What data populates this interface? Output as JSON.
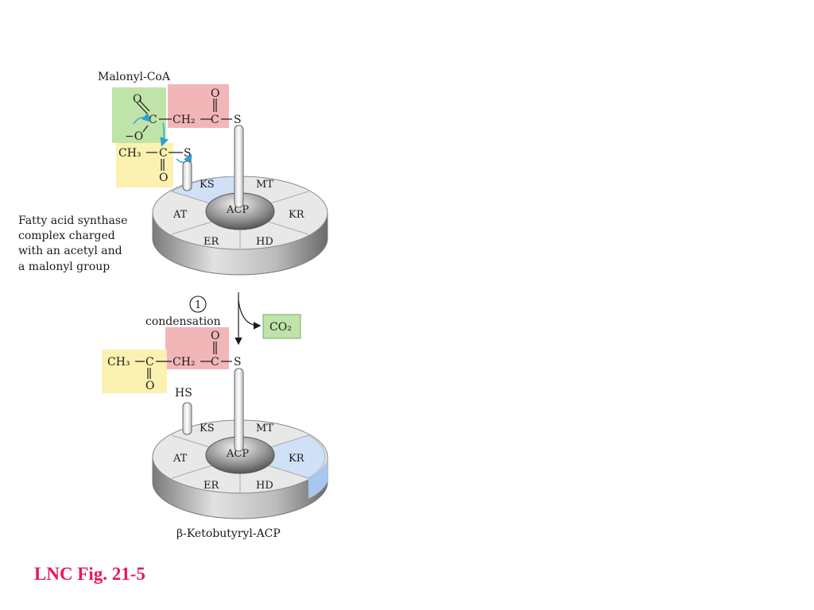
{
  "top": {
    "title": "Malonyl-CoA",
    "o1": "O",
    "c1": "C",
    "minus_o": "−O",
    "ch2": "CH₂",
    "o2": "O",
    "c2": "C",
    "s1": "S",
    "ch3": "CH₃",
    "c3": "C",
    "s2": "S",
    "o3": "O",
    "wheel": {
      "ks": "KS",
      "mt": "MT",
      "at": "AT",
      "acp": "ACP",
      "kr": "KR",
      "er": "ER",
      "hd": "HD"
    },
    "side_text": [
      "Fatty acid synthase",
      "complex charged",
      "with an acetyl and",
      "a malonyl group"
    ]
  },
  "step": {
    "number": "1",
    "label": "condensation",
    "product": "CO₂"
  },
  "bottom": {
    "ch3": "CH₃",
    "c1": "C",
    "o1": "O",
    "ch2": "CH₂",
    "c2": "C",
    "o2": "O",
    "s": "S",
    "hs": "HS",
    "wheel": {
      "ks": "KS",
      "mt": "MT",
      "at": "AT",
      "acp": "ACP",
      "kr": "KR",
      "er": "ER",
      "hd": "HD"
    },
    "title": "β-Ketobutyryl-ACP"
  },
  "caption": "LNC Fig. 21-5",
  "colors": {
    "green": "#bfe3a8",
    "pink": "#f2b6b8",
    "yellow": "#fbf1b0",
    "blue": "#cfe0f7",
    "arrow": "#2d9fd1",
    "caption": "#e6185e"
  }
}
